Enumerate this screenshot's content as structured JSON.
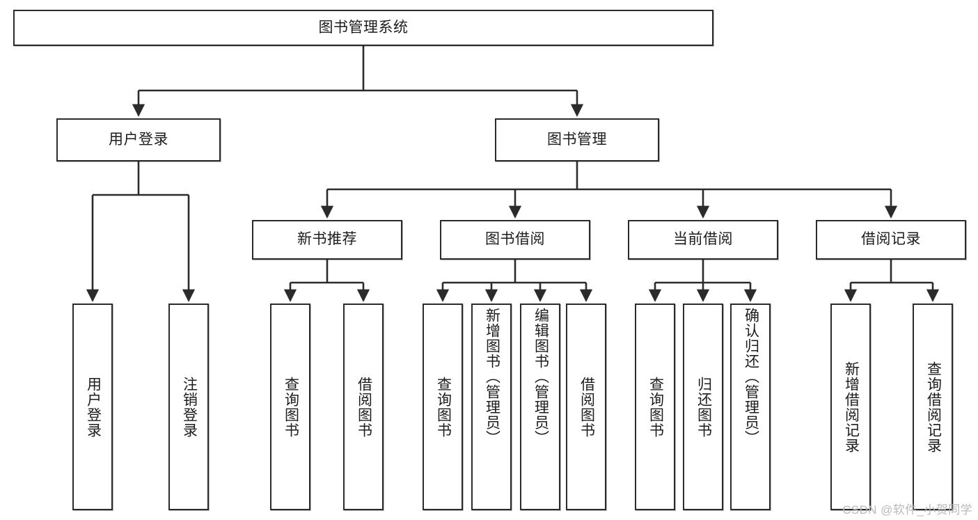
{
  "diagram": {
    "type": "tree-hierarchy-chart",
    "title": "图书管理系统",
    "watermark": "CSDN @软件_小贺同学",
    "colors": {
      "node_border": "#2b2b2b",
      "node_fill": "#ffffff",
      "edge": "#2b2b2b",
      "text": "#1c1c1c",
      "watermark": "#b9b9b9",
      "background": "#ffffff"
    },
    "nodes": {
      "root": {
        "label": "图书管理系统",
        "level": 1
      },
      "user_login": {
        "label": "用户登录",
        "level": 2
      },
      "book_manage": {
        "label": "图书管理",
        "level": 2
      },
      "new_book_rec": {
        "label": "新书推荐",
        "level": 3
      },
      "book_borrow": {
        "label": "图书借阅",
        "level": 3
      },
      "current_borrow": {
        "label": "当前借阅",
        "level": 3
      },
      "borrow_record": {
        "label": "借阅记录",
        "level": 3
      },
      "leaf_user_login": {
        "label": "用户登录",
        "level": 4
      },
      "leaf_logout": {
        "label": "注销登录",
        "level": 4
      },
      "leaf_query_book_1": {
        "label": "查询图书",
        "level": 4
      },
      "leaf_borrow_book_1": {
        "label": "借阅图书",
        "level": 4
      },
      "leaf_query_book_2": {
        "label": "查询图书",
        "level": 4
      },
      "leaf_add_book": {
        "label": "新增图书（管理员）",
        "level": 4
      },
      "leaf_edit_book": {
        "label": "编辑图书（管理员）",
        "level": 4
      },
      "leaf_borrow_book_2": {
        "label": "借阅图书",
        "level": 4
      },
      "leaf_query_book_3": {
        "label": "查询图书",
        "level": 4
      },
      "leaf_return_book": {
        "label": "归还图书",
        "level": 4
      },
      "leaf_confirm_return": {
        "label": "确认归还（管理员）",
        "level": 4
      },
      "leaf_add_record": {
        "label": "新增借阅记录",
        "level": 4
      },
      "leaf_query_record": {
        "label": "查询借阅记录",
        "level": 4
      }
    },
    "edges": [
      {
        "from": "root",
        "to": "user_login"
      },
      {
        "from": "root",
        "to": "book_manage"
      },
      {
        "from": "user_login",
        "to": "leaf_user_login"
      },
      {
        "from": "user_login",
        "to": "leaf_logout"
      },
      {
        "from": "book_manage",
        "to": "new_book_rec"
      },
      {
        "from": "book_manage",
        "to": "book_borrow"
      },
      {
        "from": "book_manage",
        "to": "current_borrow"
      },
      {
        "from": "book_manage",
        "to": "borrow_record"
      },
      {
        "from": "new_book_rec",
        "to": "leaf_query_book_1"
      },
      {
        "from": "new_book_rec",
        "to": "leaf_borrow_book_1"
      },
      {
        "from": "book_borrow",
        "to": "leaf_query_book_2"
      },
      {
        "from": "book_borrow",
        "to": "leaf_add_book"
      },
      {
        "from": "book_borrow",
        "to": "leaf_edit_book"
      },
      {
        "from": "book_borrow",
        "to": "leaf_borrow_book_2"
      },
      {
        "from": "current_borrow",
        "to": "leaf_query_book_3"
      },
      {
        "from": "current_borrow",
        "to": "leaf_return_book"
      },
      {
        "from": "current_borrow",
        "to": "leaf_confirm_return"
      },
      {
        "from": "borrow_record",
        "to": "leaf_add_record"
      },
      {
        "from": "borrow_record",
        "to": "leaf_query_record"
      }
    ]
  }
}
